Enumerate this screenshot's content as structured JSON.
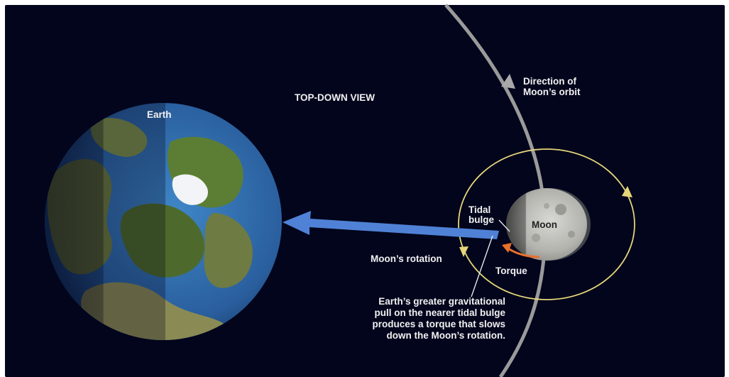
{
  "view_title": "TOP-DOWN VIEW",
  "labels": {
    "earth": "Earth",
    "moon": "Moon",
    "tidal_bulge": "Tidal\nbulge",
    "orbit_direction": "Direction of\nMoon’s orbit",
    "moon_rotation": "Moon’s rotation",
    "torque": "Torque",
    "explanation": "Earth’s greater gravitational\npull on the nearer tidal bulge\nproduces a torque that slows\ndown the Moon’s rotation."
  },
  "colors": {
    "background": "#02051c",
    "gravity_arrow": "#4f82d6",
    "orbit_path": "#9a9a9a",
    "rotation_circle": "#e6d67a",
    "torque_arrow": "#e8702a",
    "label_text": "#f1f1f1"
  }
}
